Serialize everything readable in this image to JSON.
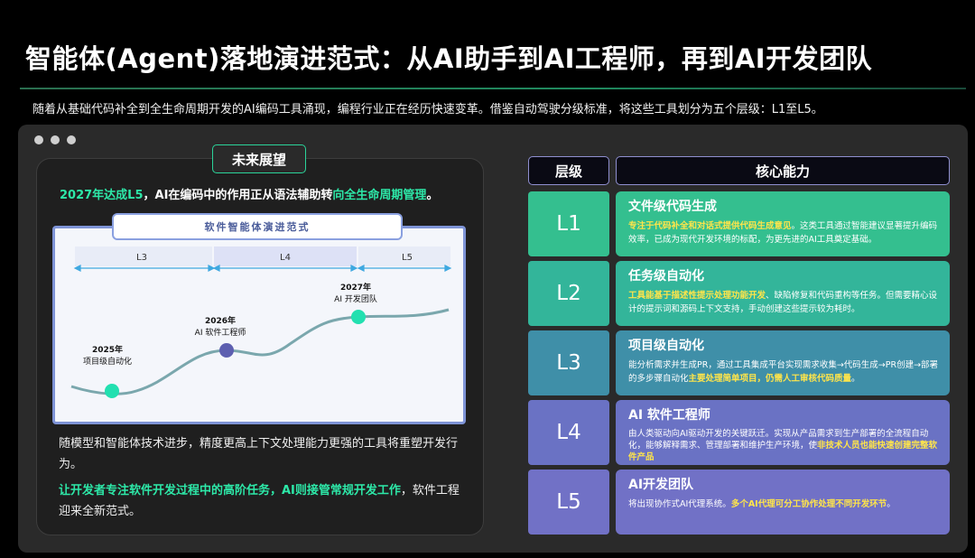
{
  "page": {
    "title": "智能体(Agent)落地演进范式：从AI助手到AI工程师，再到AI开发团队",
    "subtitle": "随着从基础代码补全到全生命周期开发的AI编码工具涌现，编程行业正在经历快速变革。借鉴自动驾驶分级标准，将这些工具划分为五个层级：L1至L5。"
  },
  "left": {
    "tag": "未来展望",
    "headline_a": "2027年达成L5",
    "headline_b": "，AI在编码中的作用正从语法辅助转",
    "headline_c": "向全生命周期管理",
    "headline_d": "。",
    "chart_title": "软件智能体演进范式",
    "body1": "随模型和智能体技术进步，精度更高上下文处理能力更强的工具将重塑开发行为。",
    "body2_a": "让开发者专注软件开发过程中的高阶任务，AI则接管常规开发工作",
    "body2_b": "，软件工程迎来全新范式。"
  },
  "chart_data": {
    "type": "line",
    "title": "软件智能体演进范式",
    "phases": [
      "L3",
      "L4",
      "L5"
    ],
    "milestones": [
      {
        "year": "2025年",
        "label": "项目级自动化",
        "color": "#22e0b0"
      },
      {
        "year": "2026年",
        "label": "AI 软件工程师",
        "color": "#5d5fb0"
      },
      {
        "year": "2027年",
        "label": "AI 开发团队",
        "color": "#22e0b0"
      }
    ]
  },
  "table": {
    "header_level": "层级",
    "header_capability": "核心能力",
    "rows": [
      {
        "level": "L1",
        "title": "文件级代码生成",
        "desc_hl": "专注于代码补全和对话式提供代码生成意见",
        "desc_rest": "。这类工具通过智能建议显著提升编码效率，已成为现代开发环境的标配，为更先进的AI工具奠定基础。",
        "color": "#34bf8f"
      },
      {
        "level": "L2",
        "title": "任务级自动化",
        "desc_hl": "工具能基于描述性提示处理功能开发",
        "desc_rest": "、缺陷修复和代码重构等任务。但需要精心设计的提示词和源码上下文支持，手动创建这些提示较为耗时。",
        "color": "#33b59a"
      },
      {
        "level": "L3",
        "title": "项目级自动化",
        "desc_pre": "能分析需求并生成PR，通过工具集成平台实现需求收集→代码生成→PR创建→部署的多步骤自动化",
        "desc_hl": "主要处理简单项目，仍需人工审核代码质量",
        "desc_post": "。",
        "color": "#3f8fa8"
      },
      {
        "level": "L4",
        "title": "AI 软件工程师",
        "desc_pre": "由人类驱动向AI驱动开发的关键跃迁。实现从产品需求到生产部署的全流程自动化，能够解释需求、管理部署和维护生产环境，使",
        "desc_hl": "非技术人员也能快速创建完整软件产品",
        "desc_post": "",
        "color": "#6a72c4"
      },
      {
        "level": "L5",
        "title": "AI开发团队",
        "desc_pre": "将出现协作式AI代理系统。",
        "desc_hl": "多个AI代理可分工协作处理不同开发环节",
        "desc_post": "。",
        "color": "#7171c6"
      }
    ]
  }
}
